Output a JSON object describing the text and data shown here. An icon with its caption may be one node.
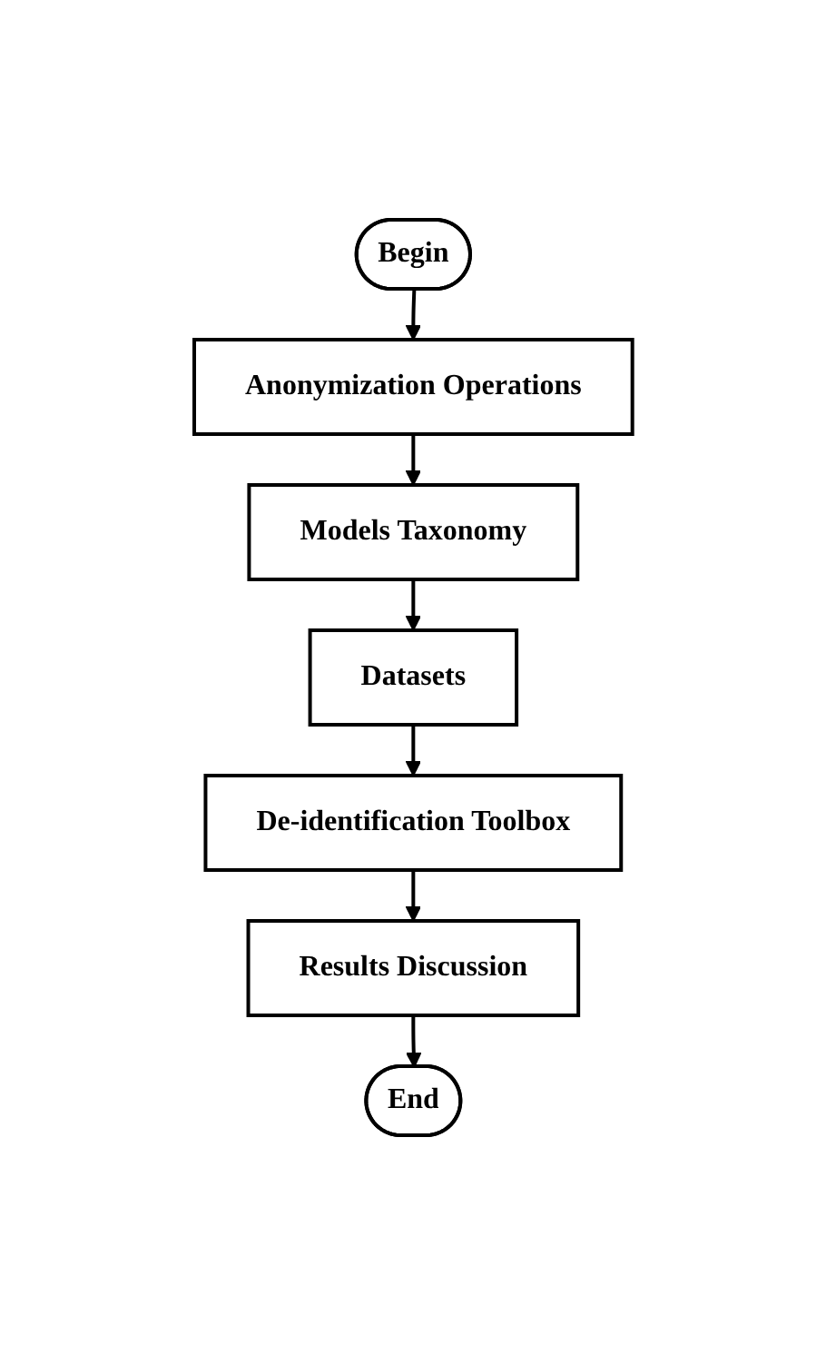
{
  "diagram": {
    "nodes": [
      {
        "text": [
          "Begin"
        ]
      },
      {
        "text": [
          "Anonymization Operations"
        ]
      },
      {
        "text": [
          "Models Taxonomy"
        ]
      },
      {
        "text": [
          "Datasets"
        ]
      },
      {
        "text": [
          "De-identification Toolbox"
        ]
      },
      {
        "text": [
          "Results Discussion"
        ]
      },
      {
        "text": [
          "End"
        ]
      }
    ],
    "edges": [
      {
        "from": 0,
        "to": 1,
        "arrow": "to"
      },
      {
        "from": 1,
        "to": 2,
        "arrow": "to"
      },
      {
        "from": 2,
        "to": 3,
        "arrow": "to"
      },
      {
        "from": 3,
        "to": 4,
        "arrow": "to"
      },
      {
        "from": 4,
        "to": 5,
        "arrow": "to"
      },
      {
        "from": 5,
        "to": 6,
        "arrow": "to"
      }
    ]
  }
}
